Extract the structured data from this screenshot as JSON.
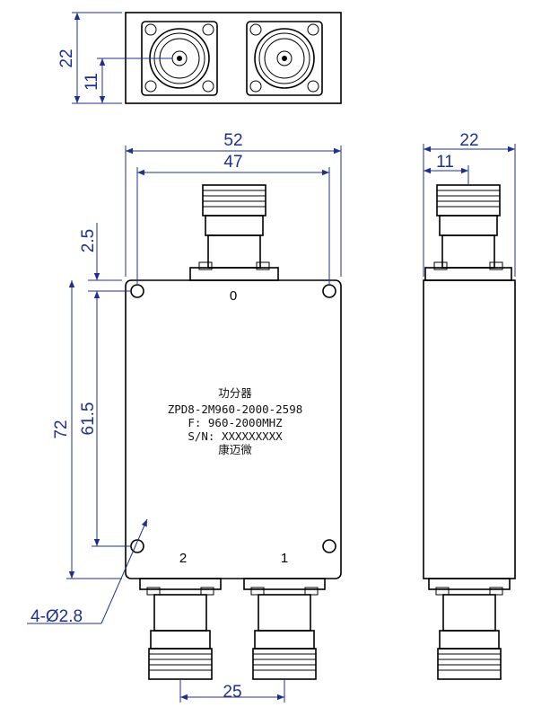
{
  "dimensions": {
    "top_height": "22",
    "top_offset": "11",
    "front_width_outer": "52",
    "front_width_holes": "47",
    "front_hole_offset": "2.5",
    "front_height": "72",
    "front_hole_spacing": "61.5",
    "port_spacing": "25",
    "side_width": "22",
    "side_offset": "11",
    "hole_callout": "4-Ø2.8"
  },
  "ports": {
    "input": "0",
    "output_left": "2",
    "output_right": "1"
  },
  "label": {
    "line1": "功分器",
    "line2": "ZPD8-2M960-2000-2598",
    "line3": "F: 960-2000MHZ",
    "line4": "S/N: XXXXXXXXX",
    "line5": "康迈微"
  }
}
